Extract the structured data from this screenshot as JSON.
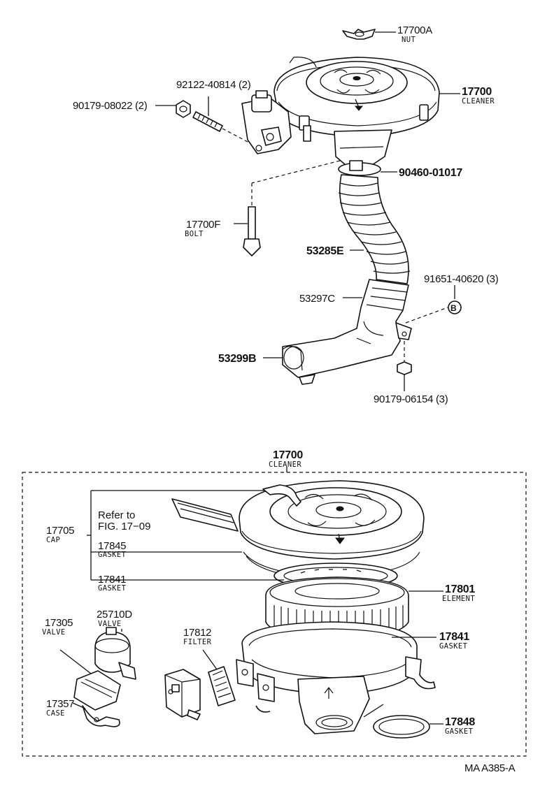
{
  "upper_labels": {
    "nut_pn": "17700A",
    "nut_name": "NUT",
    "cleaner_pn": "17700",
    "cleaner_name": "CLEANER",
    "stud_pn": "92122-40814 (2)",
    "nut2_pn": "90179-08022 (2)",
    "clamp_pn": "90460-01017",
    "bolt_pn": "17700F",
    "bolt_name": "BOLT",
    "hose_pn": "53285E",
    "pipe_pn": "53297C",
    "screw_pn": "91651-40620 (3)",
    "circle_b": "B",
    "intake_pn": "53299B",
    "nut3_pn": "90179-06154 (3)"
  },
  "lower_labels": {
    "cleaner_pn": "17700",
    "cleaner_name": "CLEANER",
    "refer_line1": "Refer to",
    "refer_line2": "FIG. 17−09",
    "cap_pn": "17705",
    "cap_name": "CAP",
    "gasket1_pn": "17845",
    "gasket1_name": "GASKET",
    "gasket2_pn": "17841",
    "gasket2_name": "GASKET",
    "element_pn": "17801",
    "element_name": "ELEMENT",
    "valve1_pn": "17305",
    "valve1_name": "VALVE",
    "valve2_pn": "25710D",
    "valve2_name": "VALVE",
    "filter_pn": "17812",
    "filter_name": "FILTER",
    "gasket3_pn": "17841",
    "gasket3_name": "GASKET",
    "case_pn": "17357",
    "case_name": "CASE",
    "gasket4_pn": "17848",
    "gasket4_name": "GASKET"
  },
  "footer": {
    "code": "MA  A385-A"
  }
}
